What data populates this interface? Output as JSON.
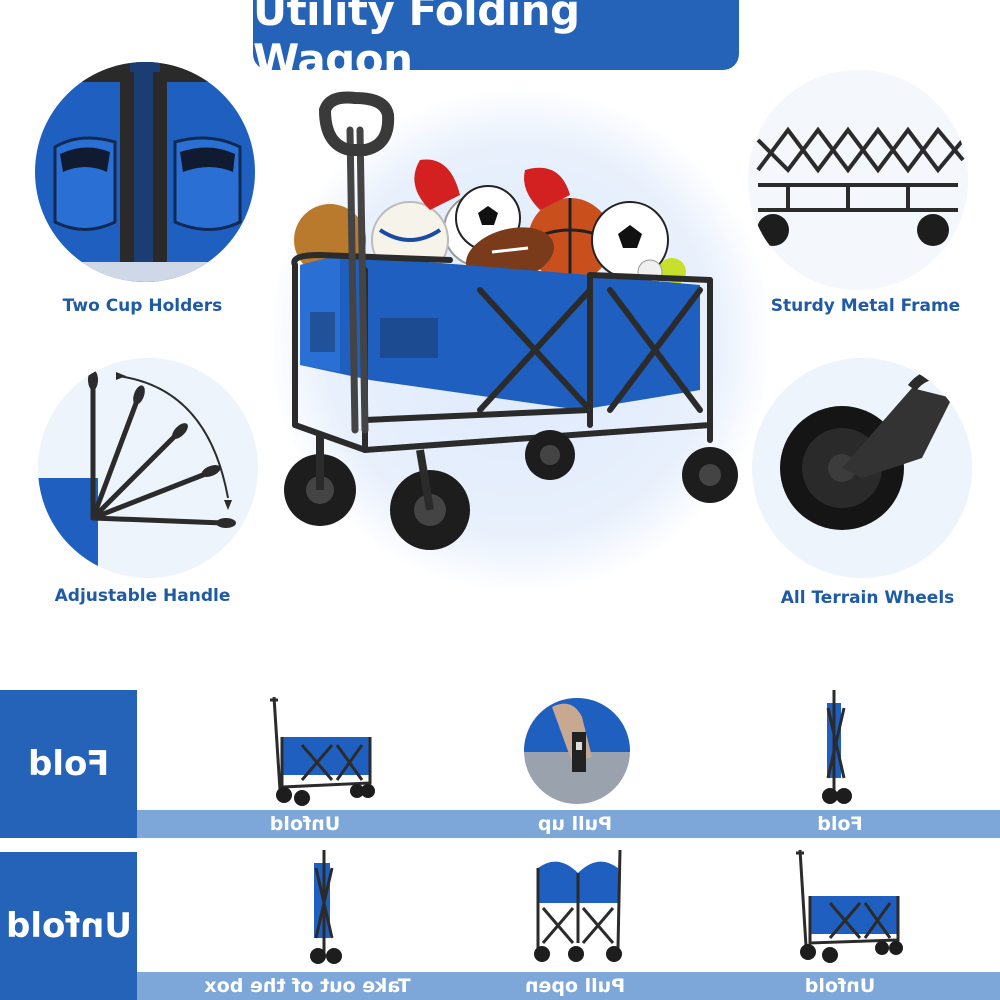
{
  "title": "Utility Folding Wagon",
  "colors": {
    "brand_blue": "#2463b8",
    "fabric_blue": "#1f5fbf",
    "caption_blue": "#1f5aa6",
    "strip_blue": "#7ea7d9",
    "frame_dark": "#2b2b2b"
  },
  "features": [
    {
      "label": "Two Cup Holders",
      "icon": "cup-holder-closeup"
    },
    {
      "label": "Adjustable Handle",
      "icon": "handle-angle-positions"
    },
    {
      "label": "Sturdy Metal Frame",
      "icon": "metal-frame-closeup"
    },
    {
      "label": "All Terrain Wheels",
      "icon": "wheel-closeup"
    }
  ],
  "steps": {
    "fold": {
      "label": "Fold",
      "captions": [
        "Unfold",
        "Pull up",
        "Fold"
      ]
    },
    "unfold": {
      "label": "Unfold",
      "captions": [
        "Take out of the box",
        "Pull open",
        "Unfold"
      ]
    }
  }
}
